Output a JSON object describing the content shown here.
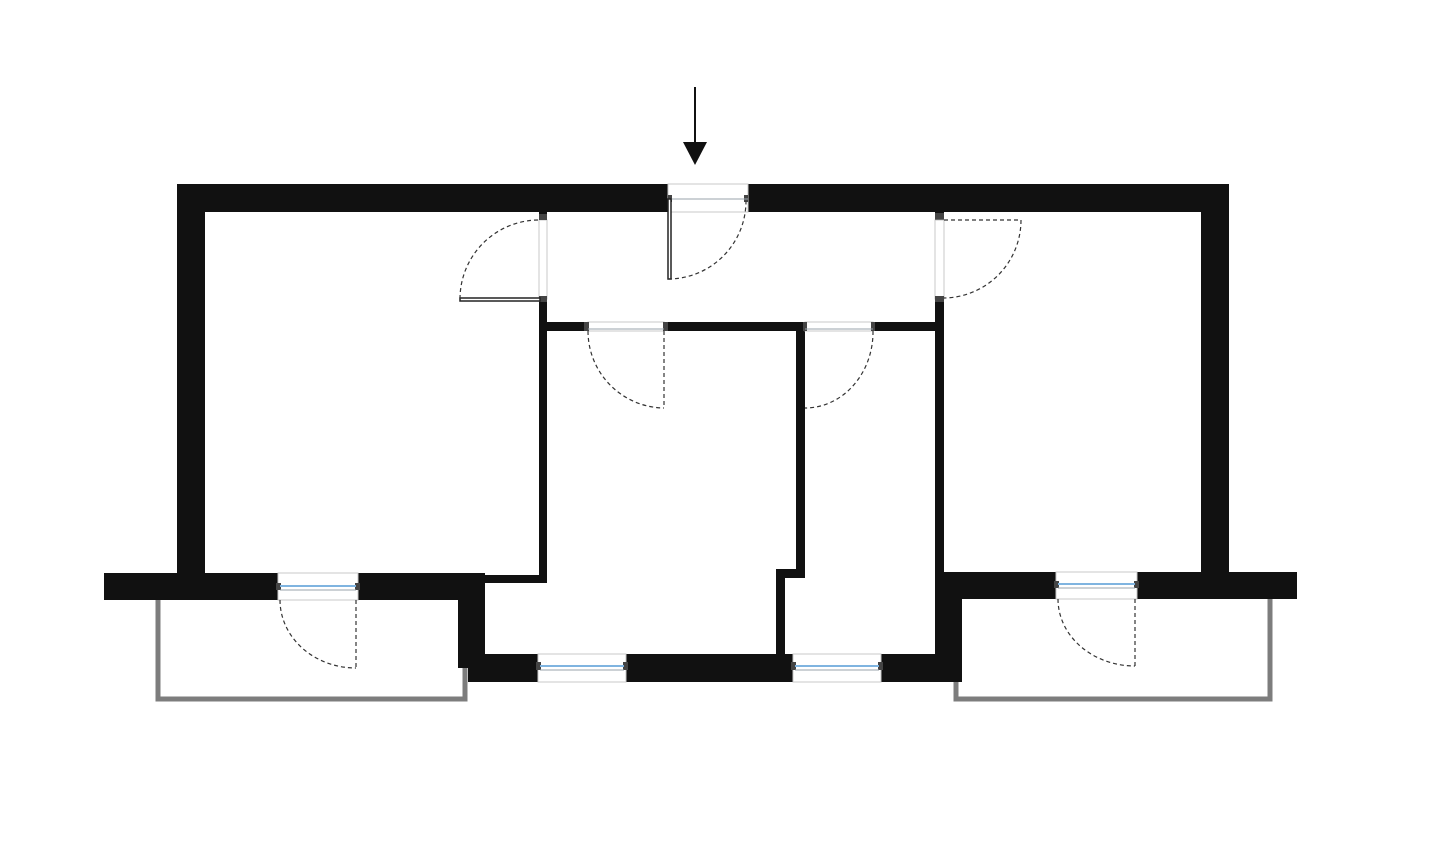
{
  "plan": {
    "walls": [
      {
        "id": "outer-north-west"
      },
      {
        "id": "outer-north-east"
      },
      {
        "id": "outer-west"
      },
      {
        "id": "outer-east"
      },
      {
        "id": "south-west-room"
      },
      {
        "id": "south-east-room"
      },
      {
        "id": "south-core"
      }
    ],
    "rooms": [
      {
        "id": "west-room"
      },
      {
        "id": "hallway"
      },
      {
        "id": "center-room"
      },
      {
        "id": "narrow-room"
      },
      {
        "id": "east-room"
      },
      {
        "id": "west-balcony"
      },
      {
        "id": "east-balcony"
      }
    ],
    "doors": [
      {
        "id": "entrance-door"
      },
      {
        "id": "west-room-door"
      },
      {
        "id": "east-room-door"
      },
      {
        "id": "center-room-door"
      },
      {
        "id": "narrow-room-door"
      },
      {
        "id": "west-balcony-door"
      },
      {
        "id": "east-balcony-door"
      }
    ],
    "windows": [
      {
        "id": "center-south-window"
      },
      {
        "id": "narrow-south-window"
      }
    ],
    "colors": {
      "wall": "#111111",
      "balcony_rail": "#7d7d7d",
      "glass": "#7fb4e0",
      "background": "#ffffff"
    }
  }
}
